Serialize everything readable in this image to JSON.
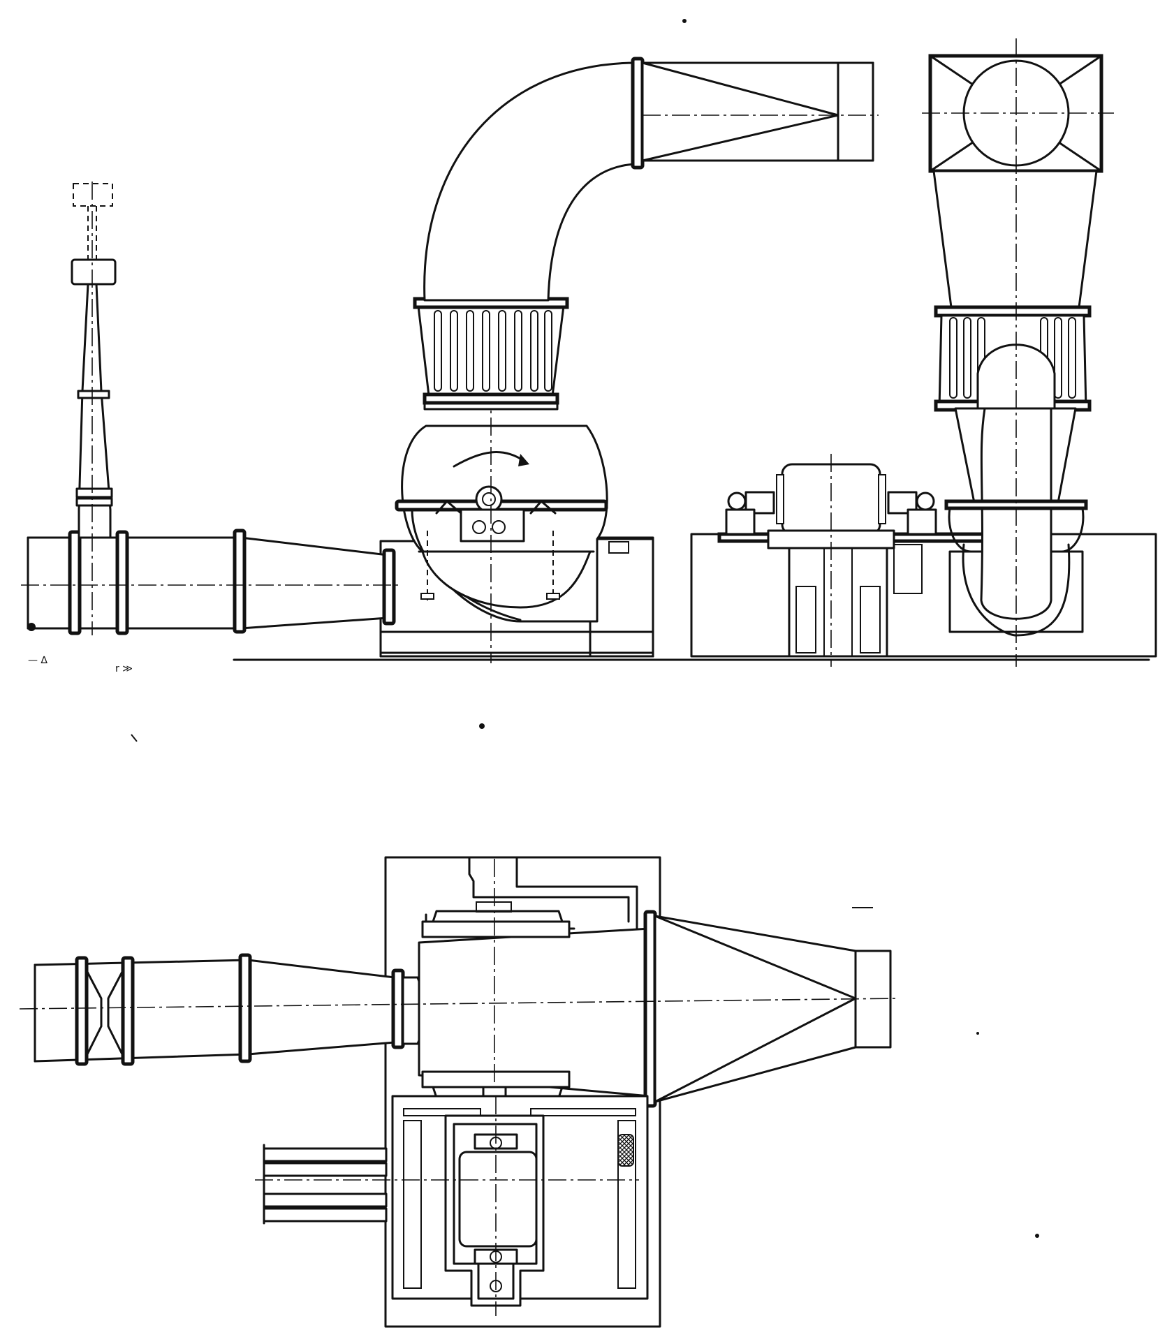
{
  "drawing": {
    "line_color": "#111111",
    "background": "#ffffff",
    "views": [
      {
        "id": "elevation",
        "text": ""
      },
      {
        "id": "plan",
        "text": ""
      }
    ],
    "stray_marks": [
      "— ∆",
      "r ≫"
    ]
  }
}
